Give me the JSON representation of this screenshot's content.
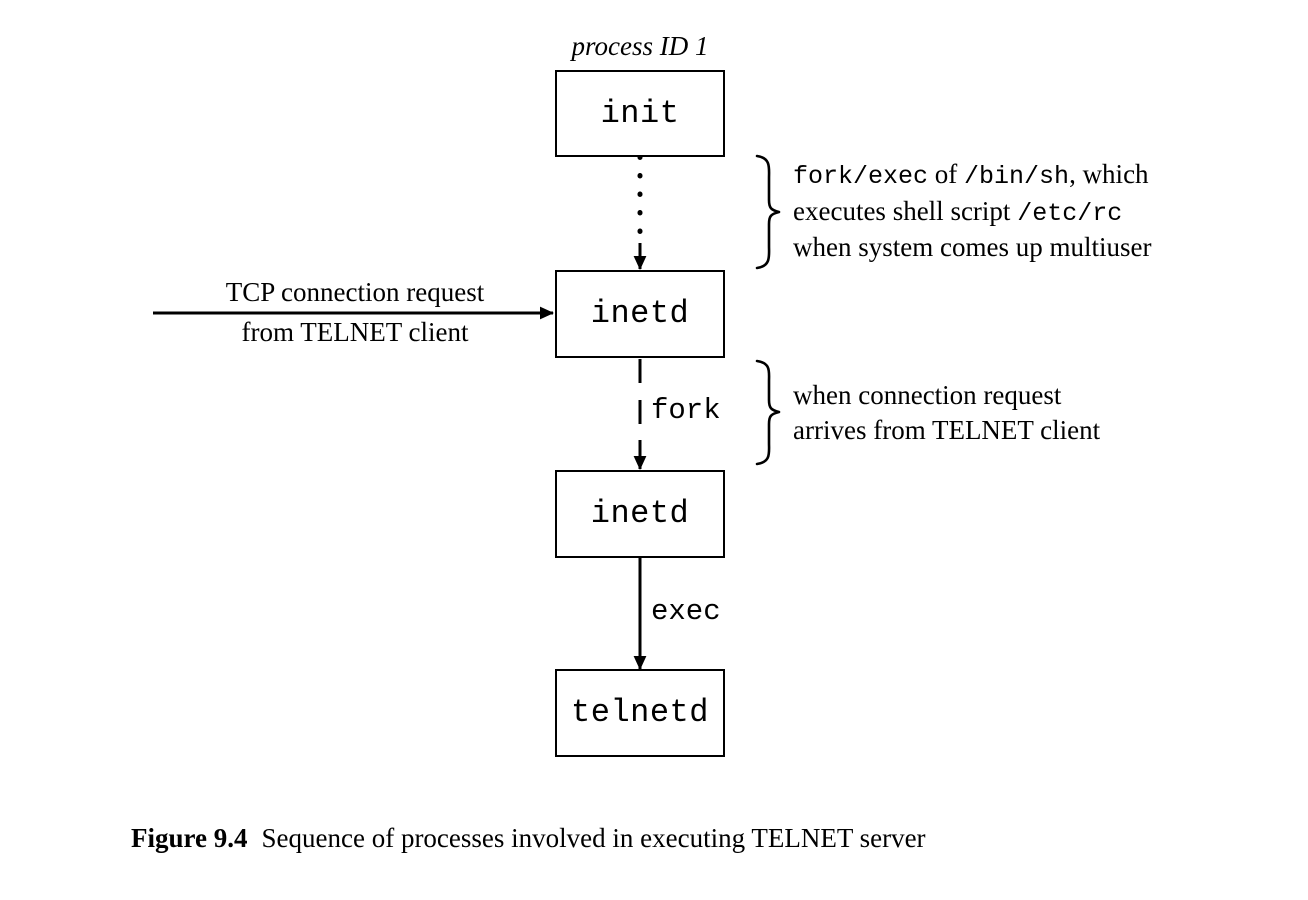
{
  "figure": {
    "number_label": "Figure 9.4",
    "caption_text": "Sequence of processes involved in executing TELNET server"
  },
  "diagram": {
    "pid_caption": "process ID 1",
    "boxes": [
      {
        "id": "init",
        "label": "init"
      },
      {
        "id": "inetd-1",
        "label": "inetd"
      },
      {
        "id": "inetd-2",
        "label": "inetd"
      },
      {
        "id": "telnetd",
        "label": "telnetd"
      }
    ],
    "edges": [
      {
        "id": "init-to-inetd",
        "label": "",
        "style": "dotted"
      },
      {
        "id": "inetd-fork",
        "label": "fork",
        "style": "dashed"
      },
      {
        "id": "inetd-exec",
        "label": "exec",
        "style": "solid"
      },
      {
        "id": "tcp-request-inbound",
        "label": "",
        "style": "solid"
      }
    ],
    "incoming_arrow": {
      "line1": "TCP connection request",
      "line2": "from TELNET client"
    },
    "annotations": [
      {
        "id": "fork-exec-note",
        "lines": [
          [
            {
              "t": "fork/exec",
              "mono": true
            },
            {
              "t": " of ",
              "mono": false
            },
            {
              "t": "/bin/sh",
              "mono": true
            },
            {
              "t": ", which",
              "mono": false
            }
          ],
          [
            {
              "t": "executes shell script ",
              "mono": false
            },
            {
              "t": "/etc/rc",
              "mono": true
            }
          ],
          [
            {
              "t": "when system comes up multiuser",
              "mono": false
            }
          ]
        ]
      },
      {
        "id": "connection-note",
        "lines": [
          [
            {
              "t": "when connection request",
              "mono": false
            }
          ],
          [
            {
              "t": "arrives from TELNET client",
              "mono": false
            }
          ]
        ]
      }
    ],
    "colors": {
      "ink": "#000000",
      "paper": "#ffffff"
    }
  }
}
